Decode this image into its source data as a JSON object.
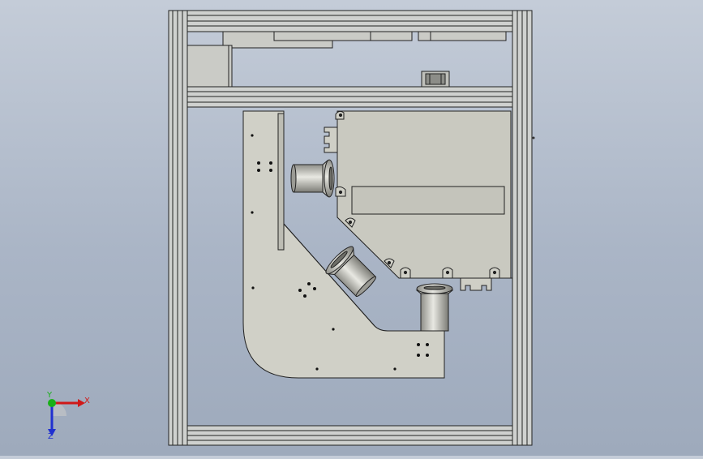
{
  "viewport": {
    "background_top": "#c4ccd8",
    "background_bottom": "#9eaabc"
  },
  "model": {
    "frame_color": "#c9ccc9",
    "plate_color": "#cfcfc6",
    "edge_color": "#222222"
  },
  "triad": {
    "x_label": "X",
    "y_label": "Y",
    "z_label": "Z",
    "x_color": "#d01818",
    "y_color": "#18b018",
    "z_color": "#2030d0"
  }
}
